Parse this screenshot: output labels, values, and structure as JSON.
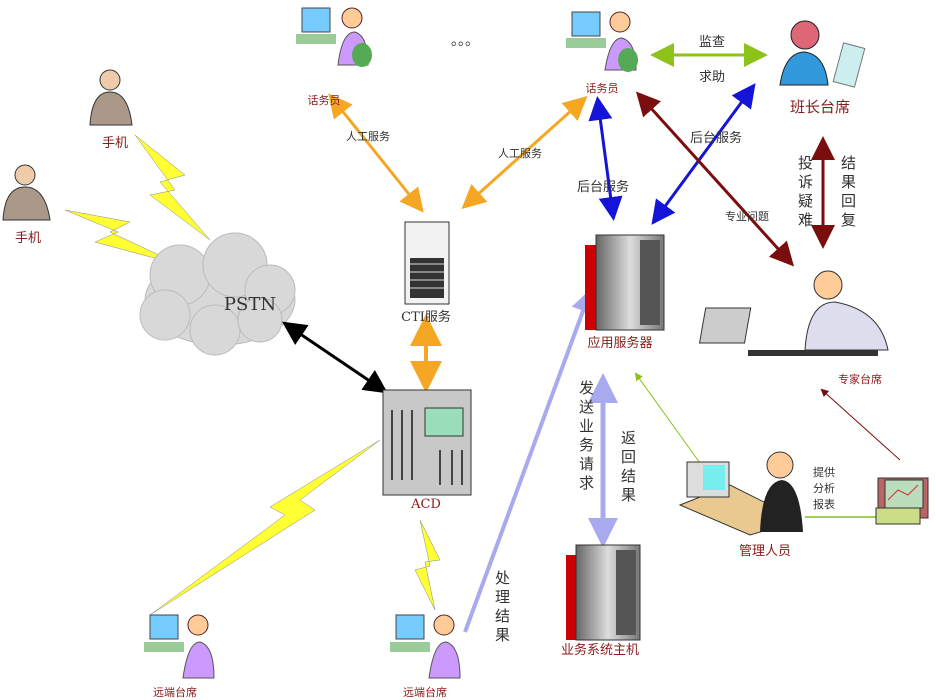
{
  "nodes": {
    "operator_left": "话务员",
    "operator_right": "话务员",
    "ellipsis": "。。。",
    "supervisor": "班长台席",
    "mobile_1": "手机",
    "mobile_2": "手机",
    "pstn": "PSTN",
    "cti": "CTI服务",
    "acd": "ACD",
    "app_server": "应用服务器",
    "expert": "专家台席",
    "business_host": "业务系统主机",
    "manager": "管理人员",
    "remote_left": "远端台席",
    "remote_right": "远端台席"
  },
  "edges": {
    "monitor": "监查",
    "help": "求助",
    "manual_left": "人工服务",
    "manual_right": "人工服务",
    "backend_1": "后台服务",
    "backend_2": "后台服务",
    "specialist": "专业问题",
    "complaint": "投诉疑难",
    "result_reply": "结果回复",
    "send_request": "发送业务请求",
    "return_result": "返回结果",
    "process_result": "处理结果",
    "provide_report": "提供分析报表"
  },
  "colors": {
    "orange": "#f5a623",
    "blue": "#1414d8",
    "darkred": "#7a0e0e",
    "green": "#8cc21a",
    "lavender": "#a9a9f0",
    "label_red": "#8b1a1a"
  }
}
